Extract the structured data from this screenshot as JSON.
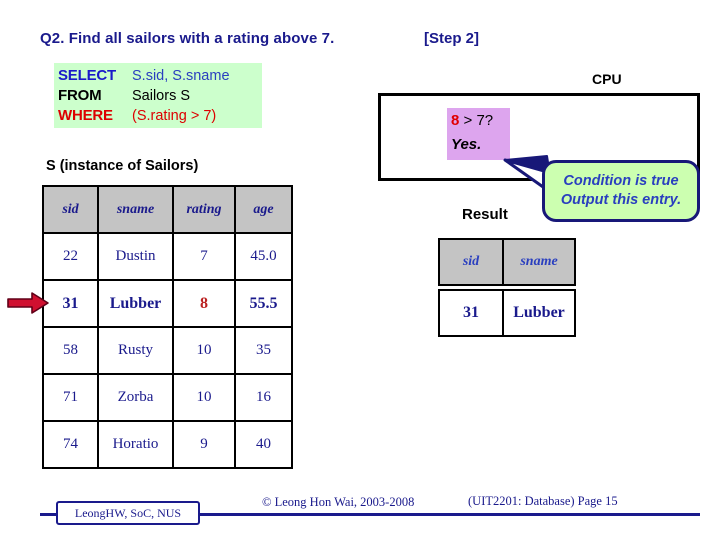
{
  "slide": {
    "question": "Q2. Find all sailors with a rating above 7.",
    "step_label": "[Step 2]"
  },
  "sql": {
    "lines": [
      {
        "keyword": "SELECT",
        "argument": "S.sid, S.sname"
      },
      {
        "keyword": "FROM",
        "argument": "Sailors S"
      },
      {
        "keyword": "WHERE",
        "argument": "(S.rating > 7)"
      }
    ],
    "background_color": "#ccffcc",
    "select_color": "#1a1aca",
    "from_color": "#000000",
    "where_color": "#dd0000"
  },
  "cpu": {
    "label": "CPU",
    "condition_value": "8",
    "condition_rest": " > 7?",
    "condition_answer": "Yes.",
    "highlight_color": "#dda5ee"
  },
  "callout": {
    "line1": "Condition is true",
    "line2": "Output this entry.",
    "fill_color": "#ccffb0",
    "border_color": "#181878"
  },
  "sailors_table": {
    "caption": "S (instance of Sailors)",
    "headers": [
      "sid",
      "sname",
      "rating",
      "age"
    ],
    "rows": [
      {
        "sid": "22",
        "sname": "Dustin",
        "rating": "7",
        "age": "45.0",
        "highlighted": false
      },
      {
        "sid": "31",
        "sname": "Lubber",
        "rating": "8",
        "age": "55.5",
        "highlighted": true
      },
      {
        "sid": "58",
        "sname": "Rusty",
        "rating": "10",
        "age": "35",
        "highlighted": false
      },
      {
        "sid": "71",
        "sname": "Zorba",
        "rating": "10",
        "age": "16",
        "highlighted": false
      },
      {
        "sid": "74",
        "sname": "Horatio",
        "rating": "9",
        "age": "40",
        "highlighted": false
      }
    ],
    "header_bg": "#c4c4c4"
  },
  "result_table": {
    "label": "Result",
    "headers": [
      "sid",
      "sname"
    ],
    "rows": [
      {
        "sid": "31",
        "sname": "Lubber"
      }
    ]
  },
  "footer": {
    "author_box": "LeongHW, SoC, NUS",
    "copyright": "© Leong Hon Wai, 2003-2008",
    "page": "(UIT2201: Database) Page 15",
    "accent_color": "#1a1a8c"
  }
}
